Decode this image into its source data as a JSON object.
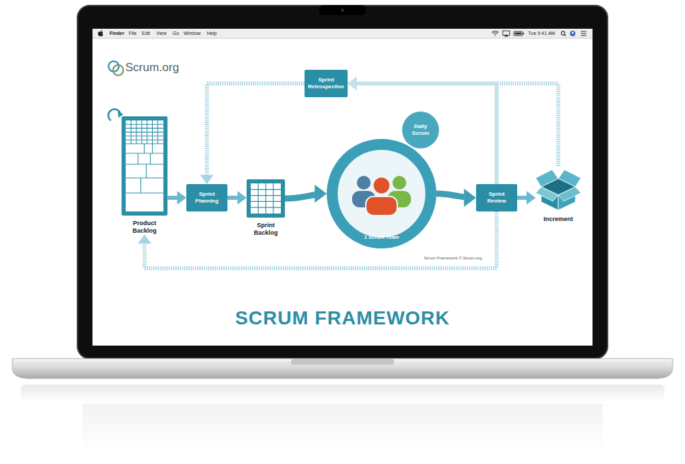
{
  "diagram": {
    "title": "SCRUM FRAMEWORK",
    "nodes": [
      {
        "text": [
          "Product Backlog"
        ]
      },
      {
        "text": [
          "Sprint Planning"
        ]
      },
      {
        "text": [
          "Sprint Backlog"
        ]
      },
      {
        "text": [
          "Sprint Retrospective"
        ]
      },
      {
        "text": [
          "1 Scrum Team"
        ]
      },
      {
        "text": [
          "Daily Scrum"
        ]
      },
      {
        "text": [
          "Sprint Review"
        ]
      },
      {
        "text": [
          "Increment"
        ]
      }
    ],
    "edges": [
      {
        "from": 0,
        "to": 1,
        "arrow": "to"
      },
      {
        "from": 1,
        "to": 2,
        "arrow": "to"
      },
      {
        "from": 2,
        "to": 4,
        "arrow": "to"
      },
      {
        "from": 4,
        "to": 6,
        "arrow": "to"
      },
      {
        "from": 6,
        "to": 7,
        "arrow": "to"
      },
      {
        "from": 6,
        "to": 3,
        "arrow": "to"
      },
      {
        "from": 7,
        "to": 3,
        "arrow": "to"
      },
      {
        "from": 3,
        "to": 1,
        "arrow": "to"
      },
      {
        "from": 6,
        "to": 0,
        "arrow": "to"
      }
    ],
    "labels": [
      "Finder",
      "File",
      "Edit",
      "View",
      "Go",
      "Window",
      "Help",
      "Tue 9:41 AM",
      "Scrum.org",
      "Scrum Framework © Scrum.org"
    ]
  }
}
